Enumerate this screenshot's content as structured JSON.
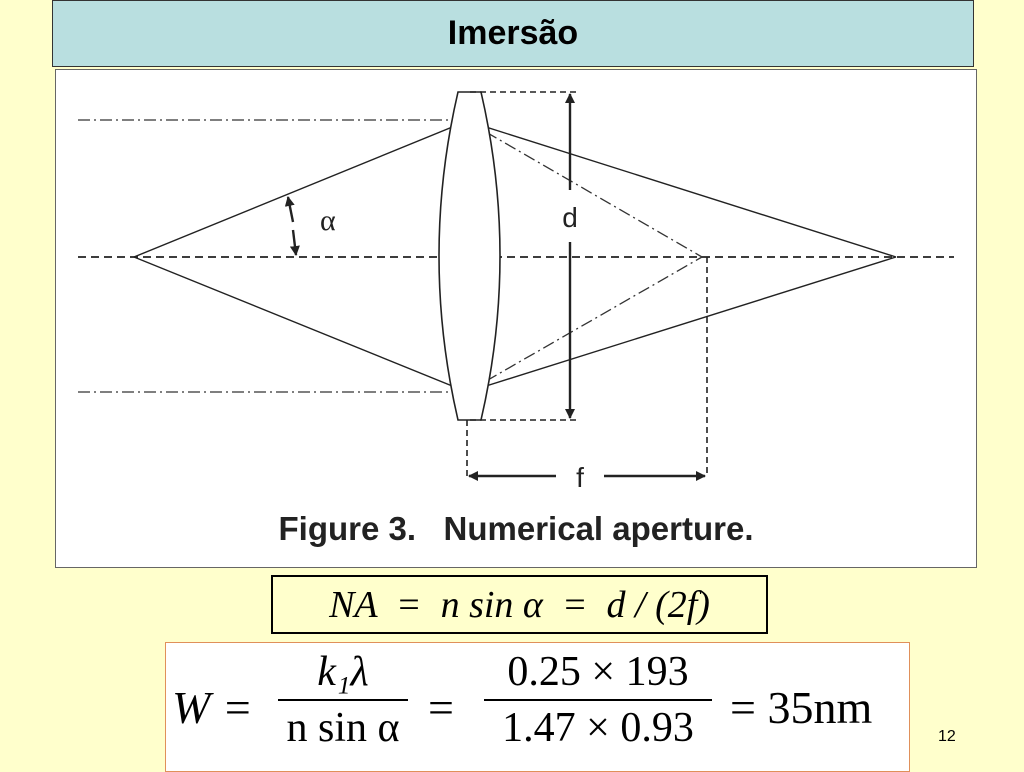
{
  "slide": {
    "title": "Imersão",
    "page_number": "12"
  },
  "figure": {
    "caption": "Figure 3.   Numerical aperture.",
    "labels": {
      "alpha": "α",
      "d": "d",
      "f": "f"
    }
  },
  "equations": {
    "eq1": "NA  =  n sin α  =  d / (2f)",
    "eq2": {
      "lhs": "W  =",
      "frac1_num": "k₁λ",
      "frac1_den": "n sin α",
      "eq_sign": "=",
      "frac2_num": "0.25 × 193",
      "frac2_den": "1.47 × 0.93",
      "rhs": "=  35nm"
    }
  }
}
